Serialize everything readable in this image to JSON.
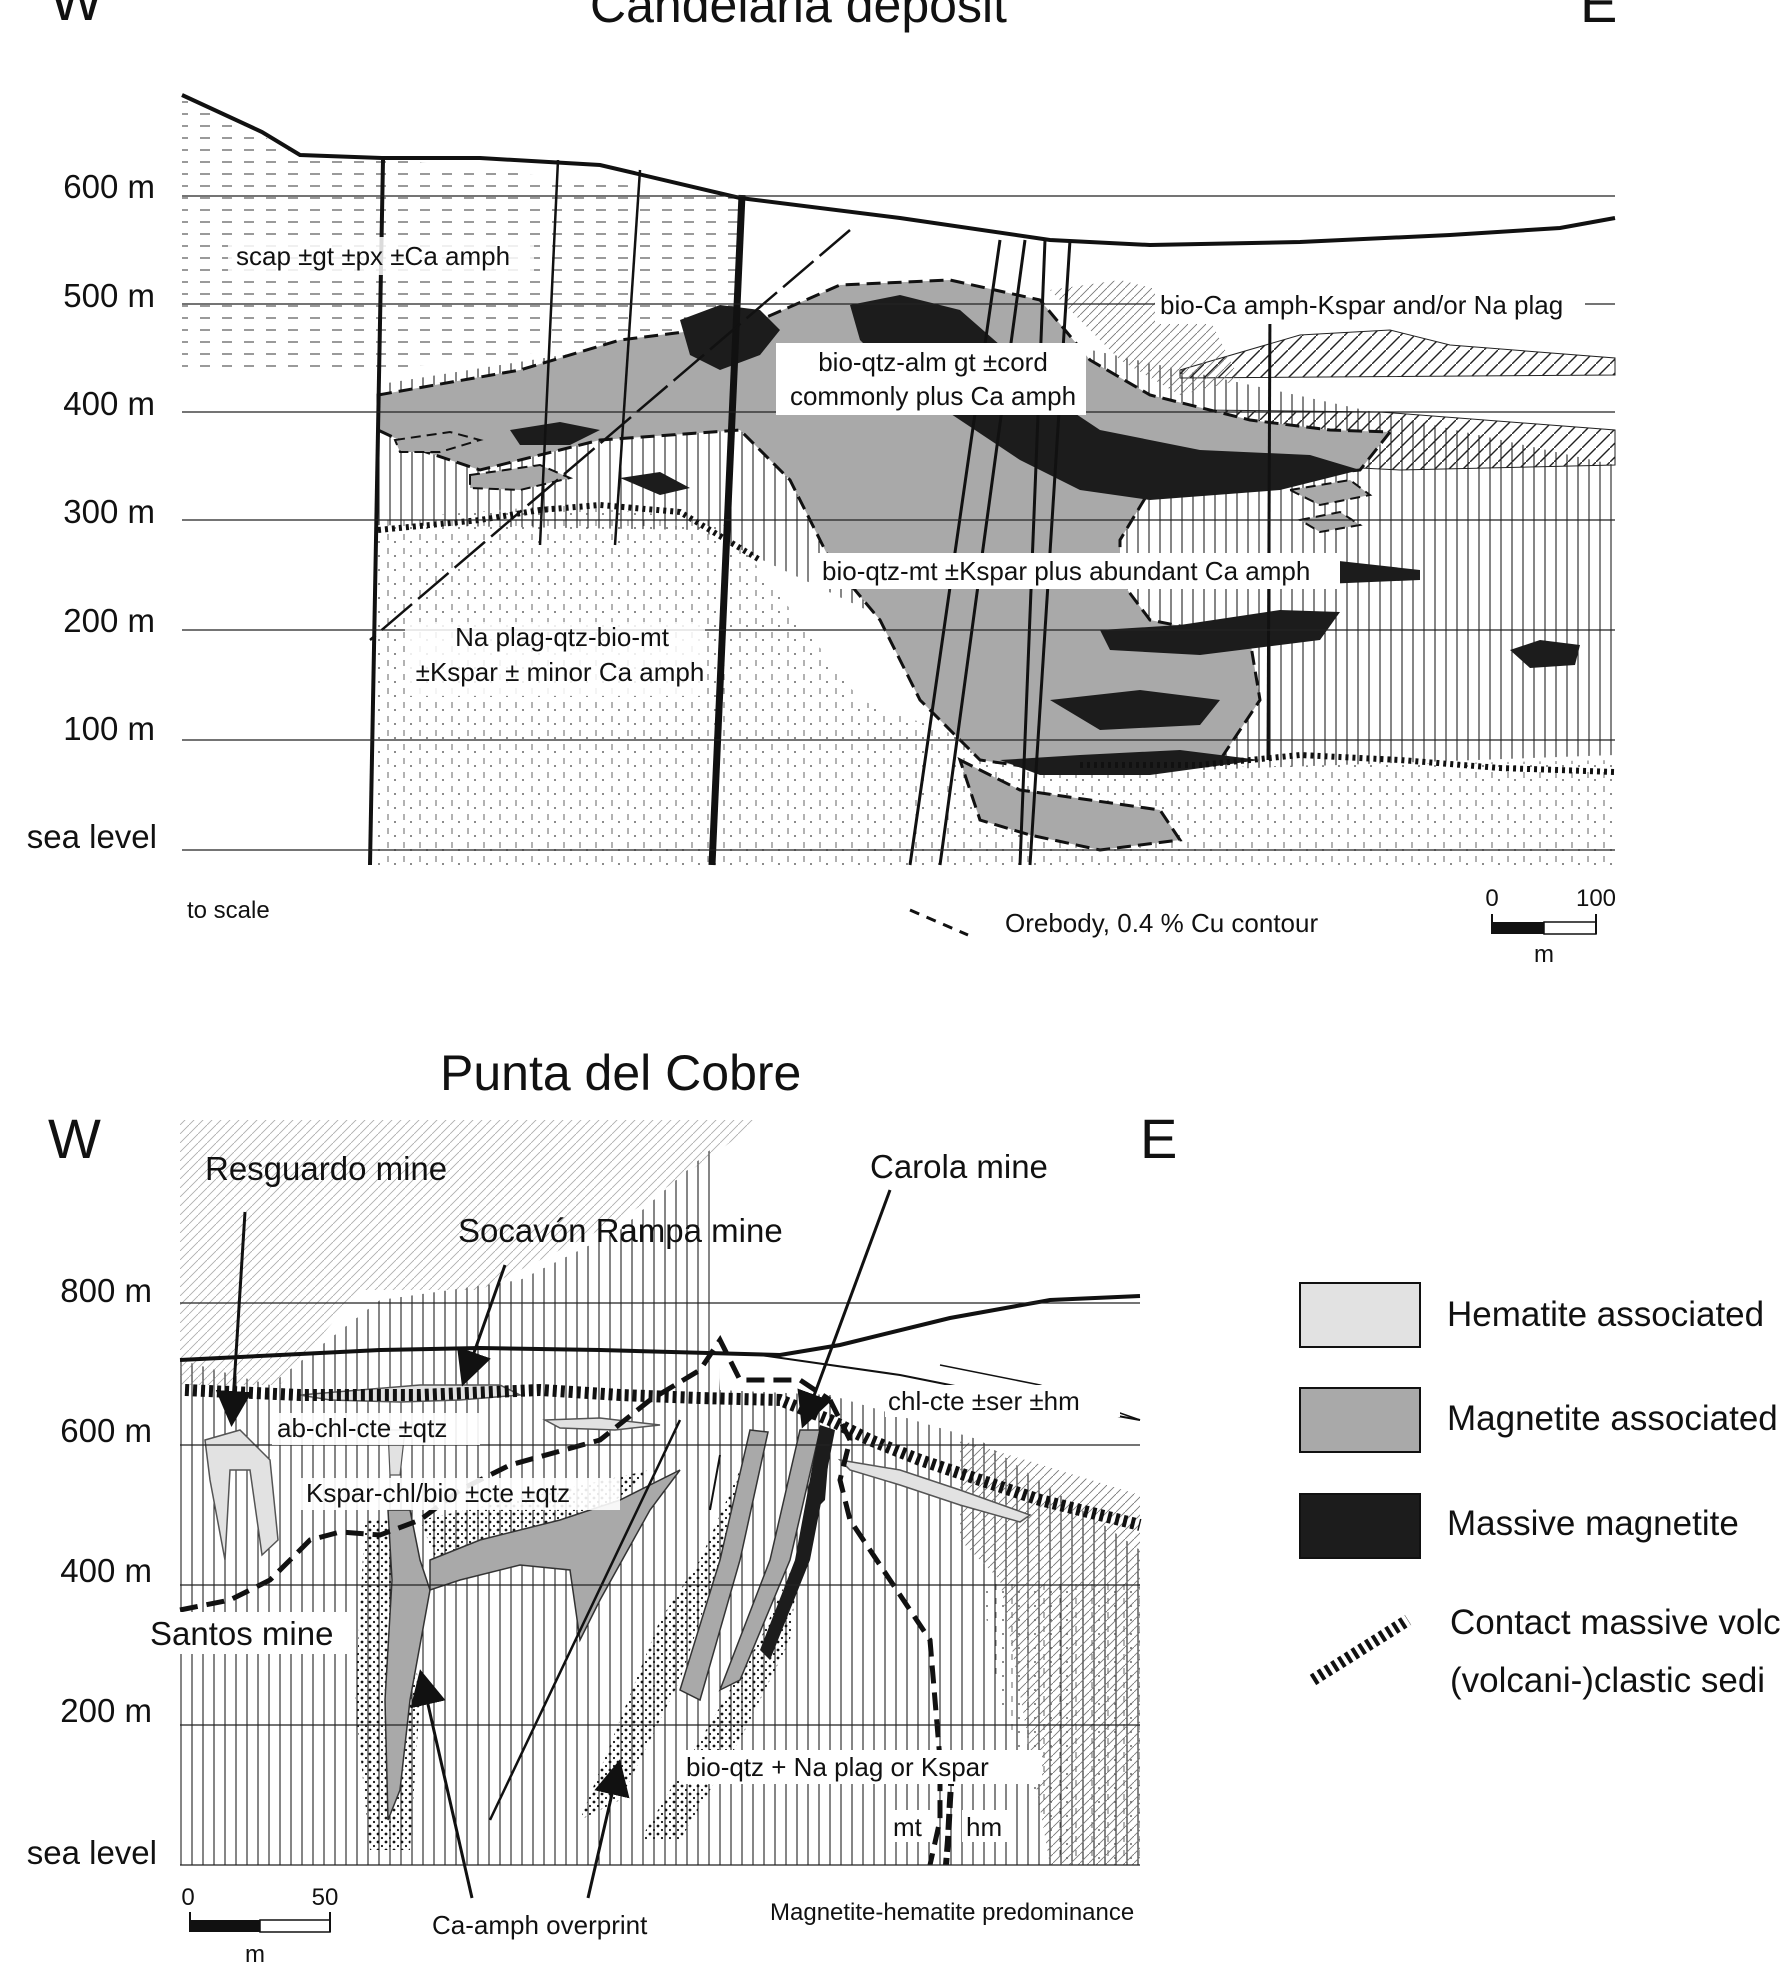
{
  "top": {
    "title": "Candelaria deposit",
    "west": "W",
    "east": "E",
    "axis_labels": [
      "600 m",
      "500 m",
      "400 m",
      "300 m",
      "200 m",
      "100 m",
      "sea level"
    ],
    "zones": {
      "scap": "scap ±gt ±px ±Ca amph",
      "bio_ca": "bio-Ca amph-Kspar and/or Na plag",
      "bio_qtz_alm_1": "bio-qtz-alm gt ±cord",
      "bio_qtz_alm_2": "commonly plus Ca amph",
      "bio_qtz_mt": "bio-qtz-mt ±Kspar plus abundant Ca amph",
      "naplag_1": "Na plag-qtz-bio-mt",
      "naplag_2": "±Kspar ± minor Ca amph"
    },
    "to_scale": "to scale",
    "orebody": "Orebody, 0.4 % Cu contour",
    "scale": {
      "zero": "0",
      "max": "100",
      "unit": "m"
    }
  },
  "bottom": {
    "title": "Punta del Cobre",
    "west": "W",
    "east": "E",
    "axis_labels": [
      "800 m",
      "600 m",
      "400 m",
      "200 m",
      "sea level"
    ],
    "mines": {
      "resguardo": "Resguardo mine",
      "socavon": "Socavón Rampa mine",
      "carola": "Carola mine",
      "santos": "Santos mine"
    },
    "zones": {
      "chl_cte": "chl-cte ±ser ±hm",
      "ab_chl": "ab-chl-cte ±qtz",
      "kspar": "Kspar-chl/bio ±cte ±qtz",
      "bio_qtz": "bio-qtz + Na plag or Kspar",
      "mt": "mt",
      "hm": "hm"
    },
    "ca_amph": "Ca-amph overprint",
    "predominance": "Magnetite-hematite predominance",
    "scale": {
      "zero": "0",
      "max": "50",
      "unit": "m"
    }
  },
  "legend": {
    "items": [
      {
        "label": "Hematite associated",
        "color": "#e2e2e2"
      },
      {
        "label": "Magnetite associated",
        "color": "#a9a9a9"
      },
      {
        "label": "Massive magnetite",
        "color": "#1c1c1c"
      }
    ],
    "contact_line1": "Contact massive volc",
    "contact_line2": "(volcani-)clastic sedi"
  }
}
